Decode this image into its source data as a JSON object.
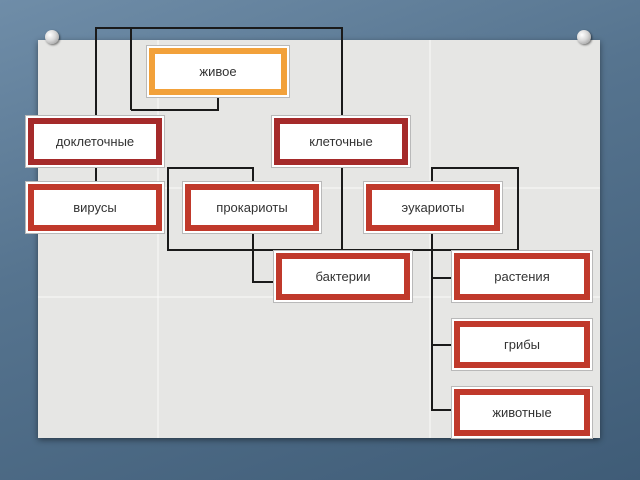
{
  "colors": {
    "root_border": "#f2a13a",
    "node_border": "#c0392b",
    "connector": "#1a1a1a",
    "board": "#e6e6e4"
  },
  "nodes": {
    "alive": "живое",
    "precellular": "доклеточные",
    "cellular": "клеточные",
    "viruses": "вирусы",
    "prokaryotes": "прокариоты",
    "eukaryotes": "эукариоты",
    "bacteria": "бактерии",
    "plants": "растения",
    "fungi": "грибы",
    "animals": "животные"
  }
}
